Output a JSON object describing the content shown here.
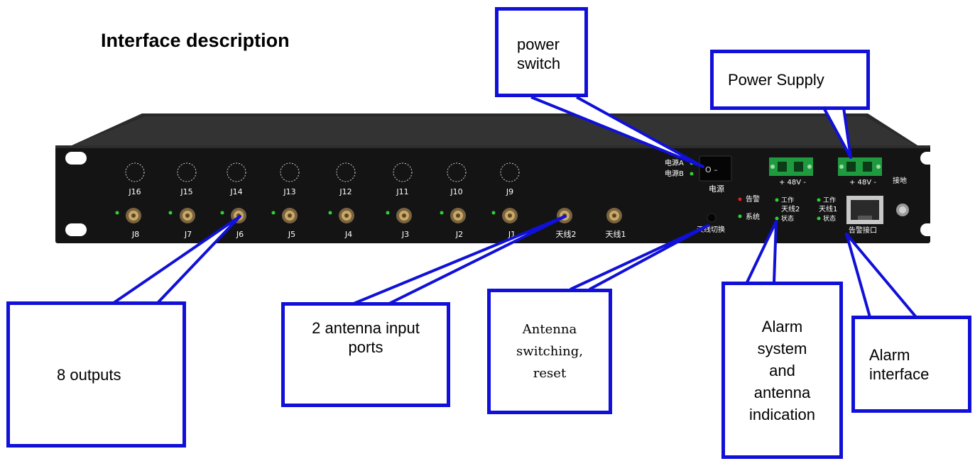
{
  "title": "Interface description",
  "callouts": {
    "power_switch": "power\nswitch",
    "power_supply": "Power Supply",
    "outputs": "8 outputs",
    "antenna_inputs": "2 antenna input\nports",
    "antenna_switching": "Antenna\nswitching,\nreset",
    "alarm_indication": "Alarm\nsystem\nand\nantenna\nindication",
    "alarm_interface": "Alarm\ninterface"
  },
  "panel": {
    "top_ports": [
      "J16",
      "J15",
      "J14",
      "J13",
      "J12",
      "J11",
      "J10",
      "J9"
    ],
    "bottom_ports": [
      "J8",
      "J7",
      "J6",
      "J5",
      "J4",
      "J3",
      "J2",
      "J1"
    ],
    "antenna_ports": [
      "天线2",
      "天线1"
    ],
    "power_a": "电源A",
    "power_b": "电源B",
    "power": "电源",
    "voltage_1": "+ 48V -",
    "voltage_2": "+ 48V -",
    "ground": "接地",
    "alarm": "告警",
    "system": "系统",
    "ant_switch": "天线切换",
    "work_1": "工作",
    "ant2": "天线2",
    "status_1": "状态",
    "work_2": "工作",
    "ant1": "天线1",
    "status_2": "状态",
    "alarm_port": "告警接口"
  },
  "colors": {
    "callout_border": "#1010d8",
    "panel": "#111111",
    "led_green": "#2fd22f",
    "led_red": "#e02020",
    "connector_green": "#1f9b3f"
  }
}
